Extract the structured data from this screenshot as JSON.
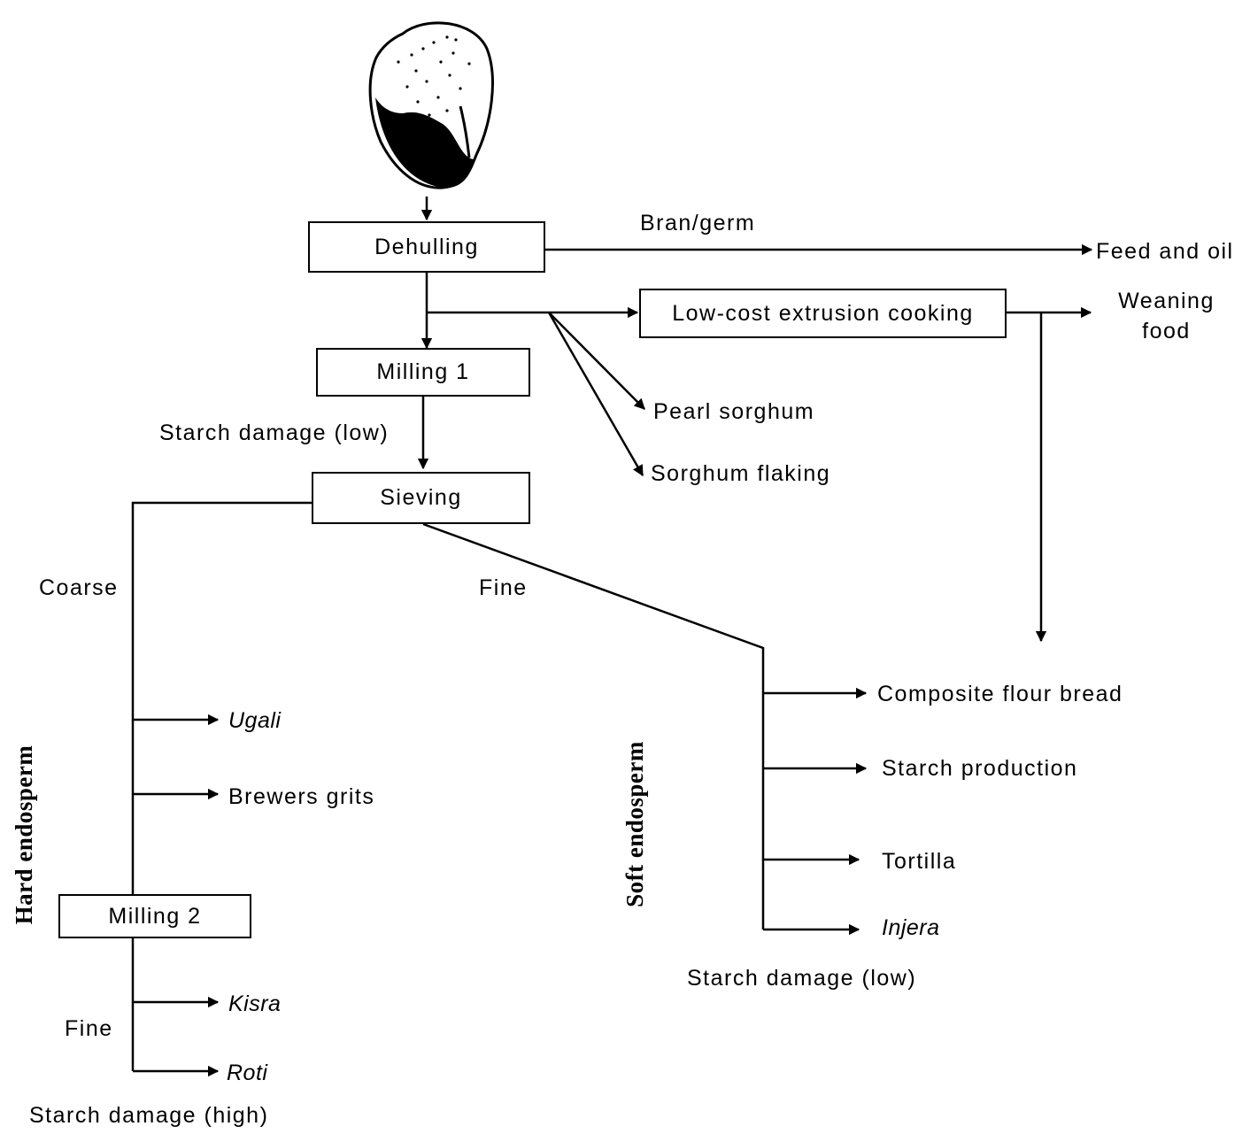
{
  "boxes": {
    "dehulling": "Dehulling",
    "milling1": "Milling 1",
    "sieving": "Sieving",
    "extrusion": "Low-cost extrusion cooking",
    "milling2": "Milling 2"
  },
  "edge_labels": {
    "bran_germ": "Bran/germ",
    "starch_damage_low_top": "Starch damage (low)",
    "coarse": "Coarse",
    "fine_soft": "Fine",
    "fine_hard": "Fine",
    "starch_damage_low_bottom": "Starch damage (low)",
    "starch_damage_high": "Starch damage (high)"
  },
  "outputs": {
    "feed_oil": "Feed and oil",
    "weaning_food_line1": "Weaning",
    "weaning_food_line2": "food",
    "pearl_sorghum": "Pearl sorghum",
    "sorghum_flaking": "Sorghum flaking",
    "ugali": "Ugali",
    "brewers_grits": "Brewers grits",
    "kisra": "Kisra",
    "roti": "Roti",
    "composite_flour_bread": "Composite flour bread",
    "starch_production": "Starch production",
    "tortilla": "Tortilla",
    "injera": "Injera"
  },
  "side_labels": {
    "hard_endosperm": "Hard endosperm",
    "soft_endosperm": "Soft endosperm"
  },
  "icons": {
    "grain": "sorghum-kernel-illustration"
  }
}
